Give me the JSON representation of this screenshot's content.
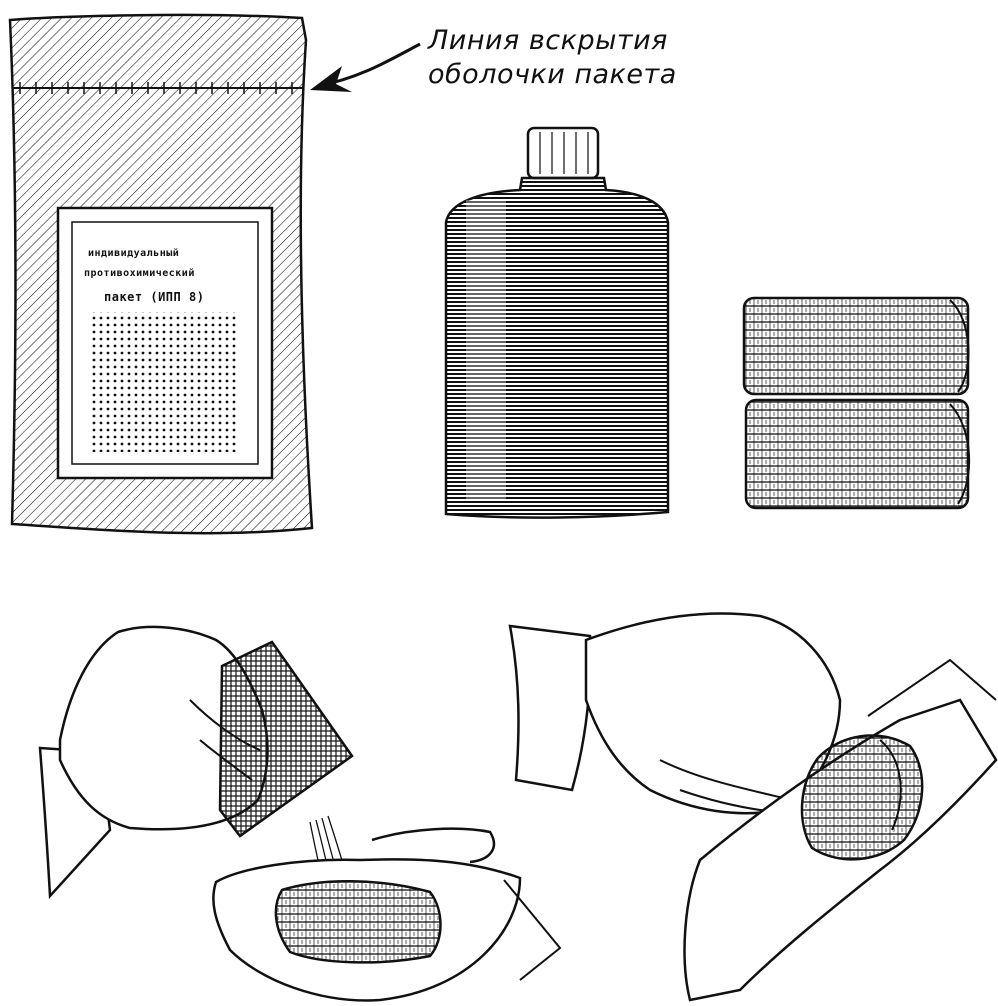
{
  "caption": {
    "line1": "Линия вскрытия",
    "line2": "оболочки пакета"
  },
  "package_label": {
    "line1": "индивидуальный",
    "line2": "противохимический",
    "line3": "пакет (ИПП 8)"
  },
  "colors": {
    "ink": "#111111",
    "paper": "#ffffff"
  }
}
